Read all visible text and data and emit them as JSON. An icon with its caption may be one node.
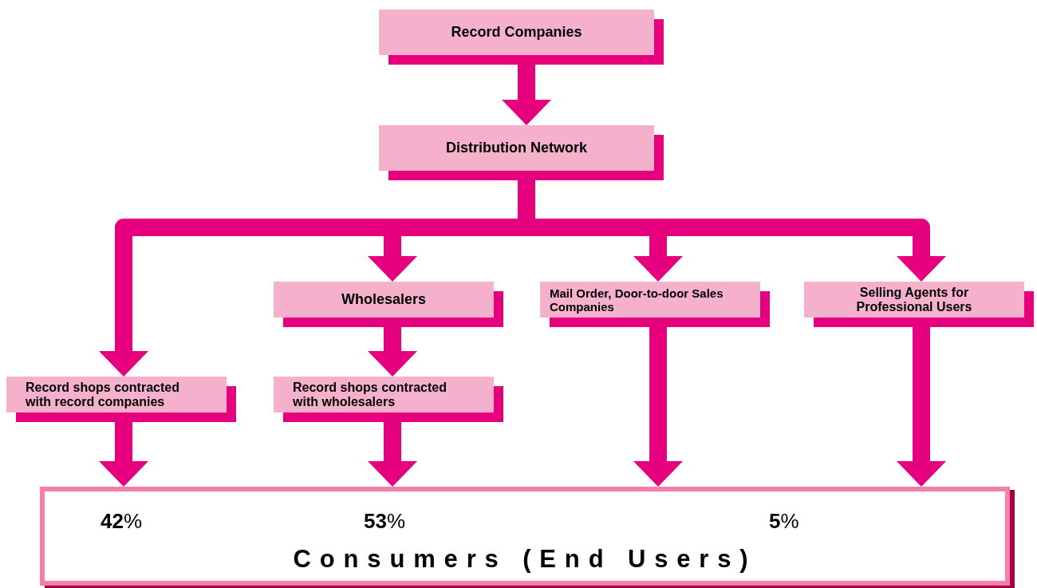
{
  "diagram": {
    "nodes": [
      {
        "text": [
          "Record Companies"
        ]
      },
      {
        "text": [
          "Distribution Network"
        ]
      },
      {
        "text": [
          "Wholesalers"
        ]
      },
      {
        "text": [
          "Mail Order, Door-to-door Sales Companies"
        ]
      },
      {
        "text": [
          "Selling Agents for Professional Users"
        ]
      },
      {
        "text": [
          "Record shops contracted with record companies"
        ]
      },
      {
        "text": [
          "Record shops contracted with wholesalers"
        ]
      },
      {
        "text": [
          "**42**%",
          "**53**%",
          "**5**%",
          "Consumers (End Users)"
        ]
      }
    ],
    "edges": [
      {
        "from": 0,
        "to": 1,
        "arrow": "to"
      },
      {
        "from": 1,
        "to": 5,
        "arrow": "to"
      },
      {
        "from": 1,
        "to": 2,
        "arrow": "to"
      },
      {
        "from": 1,
        "to": 3,
        "arrow": "to"
      },
      {
        "from": 1,
        "to": 4,
        "arrow": "to"
      },
      {
        "from": 2,
        "to": 6,
        "arrow": "to"
      },
      {
        "from": 5,
        "to": 7,
        "arrow": "to"
      },
      {
        "from": 6,
        "to": 7,
        "arrow": "to"
      },
      {
        "from": 3,
        "to": 7,
        "arrow": "to"
      },
      {
        "from": 4,
        "to": 7,
        "arrow": "to"
      }
    ]
  }
}
